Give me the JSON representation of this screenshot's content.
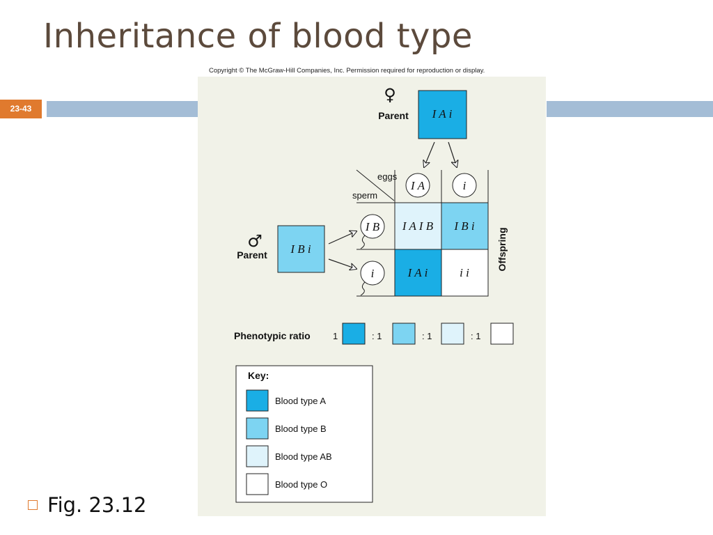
{
  "slide": {
    "title": "Inheritance of blood type",
    "slide_number": "23-43",
    "bullet": "Fig. 23.12"
  },
  "figure": {
    "copyright": "Copyright © The McGraw-Hill Companies, Inc. Permission required for reproduction or display.",
    "female_parent": {
      "symbol": "♀",
      "label": "Parent",
      "genotype": "I A i"
    },
    "male_parent": {
      "symbol": "♂",
      "label": "Parent",
      "genotype": "I B i"
    },
    "eggs_label": "eggs",
    "sperm_label": "sperm",
    "eggs": [
      "I A",
      "i"
    ],
    "sperm": [
      "I B",
      "i"
    ],
    "offspring_label": "Offspring",
    "cells": [
      {
        "genotype": "I A I B",
        "phenotype": "AB"
      },
      {
        "genotype": "I B i",
        "phenotype": "B"
      },
      {
        "genotype": "I A i",
        "phenotype": "A"
      },
      {
        "genotype": "i i",
        "phenotype": "O"
      }
    ],
    "phenotypic_ratio": {
      "label": "Phenotypic ratio",
      "values": [
        "1",
        ": 1",
        ": 1",
        ": 1"
      ]
    },
    "key": {
      "title": "Key:",
      "items": [
        {
          "label": "Blood type A",
          "color": "#1aaee5"
        },
        {
          "label": "Blood type B",
          "color": "#7dd4f2"
        },
        {
          "label": "Blood type AB",
          "color": "#dff3fb"
        },
        {
          "label": "Blood type O",
          "color": "#ffffff"
        }
      ]
    }
  }
}
